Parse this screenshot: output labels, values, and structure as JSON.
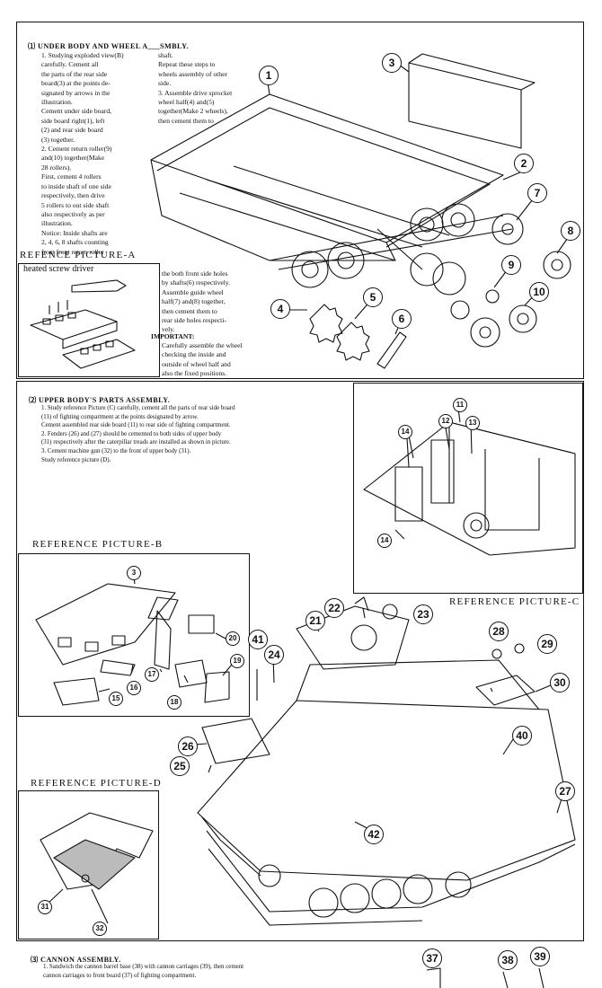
{
  "section1": {
    "heading": "⑴  UNDER BODY AND WHEEL A___SMBLY.",
    "col1": "1.  Studying exploded view(B)\n     carefully.  Cement all\n     the parts of the rear side\n     board(3) at the points de-\n     signated by arrows in the\n     illustration.\n     Cement under side board,\n     side board right(1), left\n     (2) and rear side board\n     (3) together.\n2.  Cement return roller(9)\n     and(10) together(Make\n     28 rollers).\n     First, cement 4 rollers\n     to inside shaft of one side\n     respectively, then drive\n     5 rollers to out side shaft\n     also respectively as per\n     illustration.\n     Notice: Inside shafts are\n     2, 4, 6, 8 shafts counting\n     from front return roller",
    "col2": "shaft.\nRepeat these steps to\nwheels assembly of other\nside.\n3.  Assemble drive sprocket\n     wheel half(4) and(5)\n     together(Make 2 wheels),\n     then cement them to",
    "col3": "the both front side holes\nby shafts(6) respectively.\nAssemble guide wheel\nhalf(7) and(8) together,\nthen cement them to\nrear side holes respecti-\nvely.",
    "important_label": "IMPORTANT:",
    "important_text": "Carefully assemble the wheel\nchecking the inside and\noutside of wheel half and\nalso the fixed positions."
  },
  "reference_a": {
    "title": "REFENCE  PICTURE-A",
    "caption": "heated screw driver"
  },
  "section2": {
    "heading": "⑵  UPPER BODY'S PARTS ASSEMBLY.",
    "text": "1.  Study reference Picture (C) carefully, cement all the parts of rear side board\n     (11) of fighting  compartment at the points designated by arrow.\n     Cement assembled rear side board (11) to rear side of fighting compartment.\n2.  Fenders (26) and (27) should be cemented to both sides of upper body\n     (31) respectively after the caterpillar treads are installed as shown in picture.\n3.  Cement machine gun (32) to the front of upper body (31).\n     Study reference picture (D)."
  },
  "reference_b": {
    "title": "REFERENCE  PICTURE-B"
  },
  "reference_c": {
    "title": "REFERENCE  PICTURE-C"
  },
  "reference_d": {
    "title": "REFERENCE  PICTURE-D"
  },
  "section3": {
    "heading": "⑶  CANNON  ASSEMBLY.",
    "text": "1.  Sandwich the cannon barrel base (38) with cannon carriages (39), then cement\n     cannon carriages to front board (37) of fighting compartment."
  },
  "callouts": {
    "c1": "1",
    "c2": "2",
    "c3": "3",
    "c4": "4",
    "c5": "5",
    "c6": "6",
    "c7": "7",
    "c8": "8",
    "c9": "9",
    "c10": "10",
    "c11": "11",
    "c12": "12",
    "c13": "13",
    "c14a": "14",
    "c14b": "14",
    "c3b": "3",
    "c15": "15",
    "c16": "16",
    "c17": "17",
    "c18": "18",
    "c19": "19",
    "c20": "20",
    "c21": "21",
    "c22": "22",
    "c23": "23",
    "c24": "24",
    "c25": "25",
    "c26": "26",
    "c27": "27",
    "c28": "28",
    "c29": "29",
    "c30": "30",
    "c31": "31",
    "c32": "32",
    "c37": "37",
    "c38": "38",
    "c39": "39",
    "c40": "40",
    "c41": "41",
    "c42": "42"
  }
}
